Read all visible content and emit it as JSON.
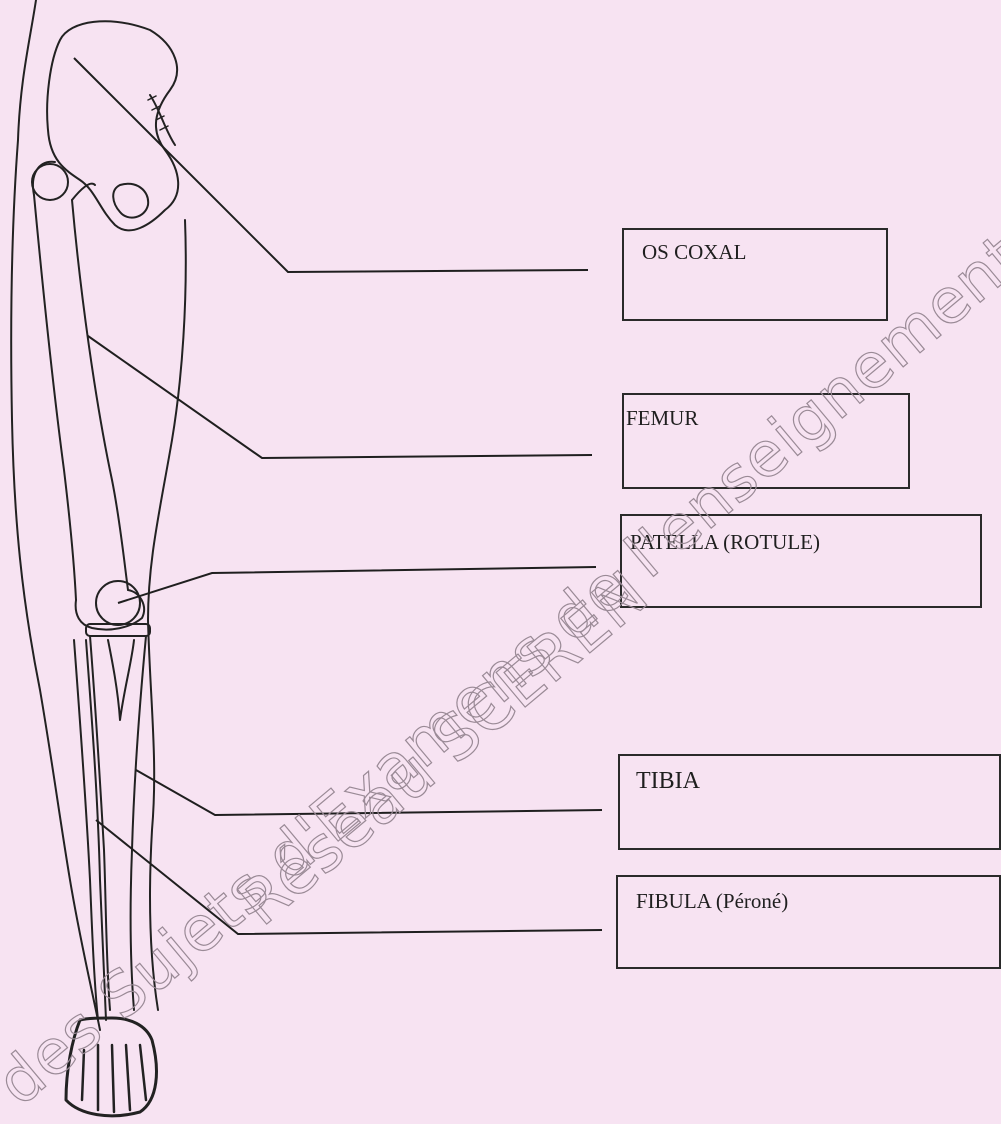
{
  "labels": [
    {
      "id": "os-coxal",
      "text": "OS COXAL"
    },
    {
      "id": "femur",
      "text": "FEMUR"
    },
    {
      "id": "patella",
      "text": "PATELLA (ROTULE)"
    },
    {
      "id": "tibia",
      "text": "TIBIA"
    },
    {
      "id": "fibula",
      "text": "FIBULA (Péroné)"
    }
  ],
  "watermark": {
    "line1": "des Sujets d'Examens de l'enseignement profession",
    "line2": "Réseau SCEREN"
  },
  "colors": {
    "background": "#f7e3f2",
    "ink": "#1f1f1f"
  }
}
